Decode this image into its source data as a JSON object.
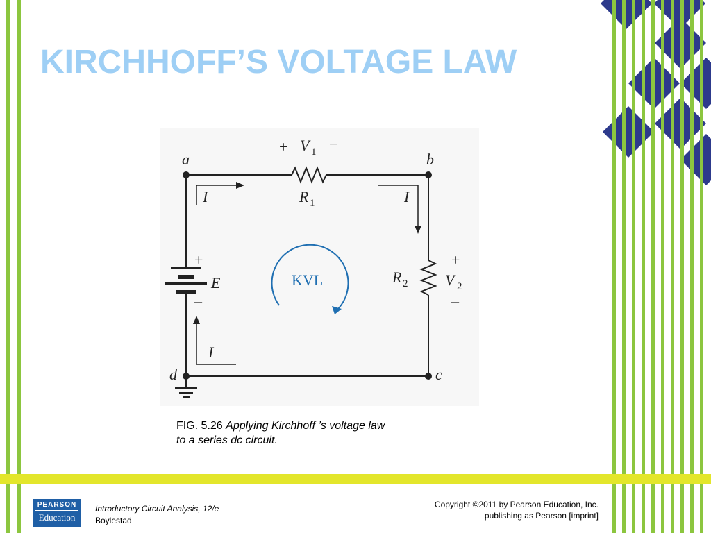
{
  "slide": {
    "title": "KIRCHHOFF’S VOLTAGE LAW",
    "caption_label": "FIG. 5.26",
    "caption_text_1": "Applying Kirchhoff ’s voltage law",
    "caption_text_2": "to a series dc circuit."
  },
  "circuit": {
    "node_a": "a",
    "node_b": "b",
    "node_c": "c",
    "node_d": "d",
    "v1_plus": "+",
    "v1_minus": "−",
    "v1_symbol": "V",
    "v1_sub": "1",
    "r1_symbol": "R",
    "r1_sub": "1",
    "current_top_left": "I",
    "current_top_right": "I",
    "current_bottom_left": "I",
    "e_plus": "+",
    "e_minus": "–",
    "e_symbol": "E",
    "r2_symbol": "R",
    "r2_sub": "2",
    "v2_plus": "+",
    "v2_minus": "–",
    "v2_symbol": "V",
    "v2_sub": "2",
    "loop_label": "KVL"
  },
  "footer": {
    "book_title": "Introductory Circuit Analysis, 12/e",
    "author": "Boylestad",
    "copyright_1": "Copyright ©2011 by Pearson Education, Inc.",
    "copyright_2": "publishing as Pearson [imprint]",
    "logo_top": "PEARSON",
    "logo_bottom": "Education"
  },
  "colors": {
    "title": "#9ecff5",
    "green_stripe": "#8cc63f",
    "yellow_bar": "#e3e62b",
    "diamond": "#2d3a8c",
    "loop_arrow": "#1f6fb2",
    "logo_bg": "#1f5fa6"
  }
}
